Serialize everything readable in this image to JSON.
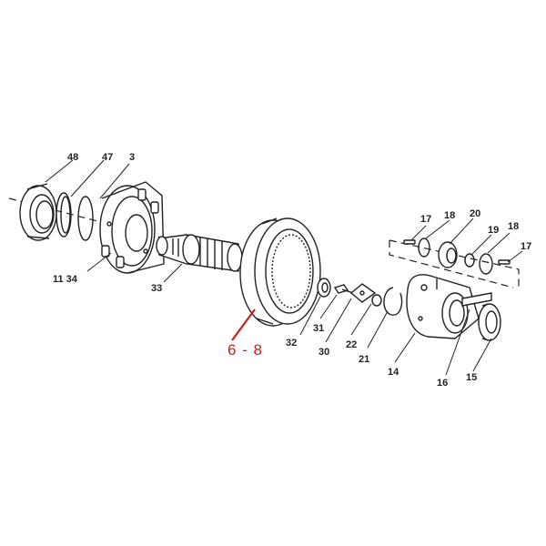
{
  "labels": {
    "p48": "48",
    "p47": "47",
    "p3": "3",
    "p11_34": "11 34",
    "p33": "33",
    "p6_8": "6 - 8",
    "p32": "32",
    "p31": "31",
    "p30": "30",
    "p22": "22",
    "p21": "21",
    "p14": "14",
    "p16": "16",
    "p15": "15",
    "p17a": "17",
    "p18a": "18",
    "p20": "20",
    "p19": "19",
    "p18b": "18",
    "p17b": "17"
  },
  "colors": {
    "line": "#222222",
    "highlight": "#d11a1a",
    "background": "#ffffff"
  }
}
